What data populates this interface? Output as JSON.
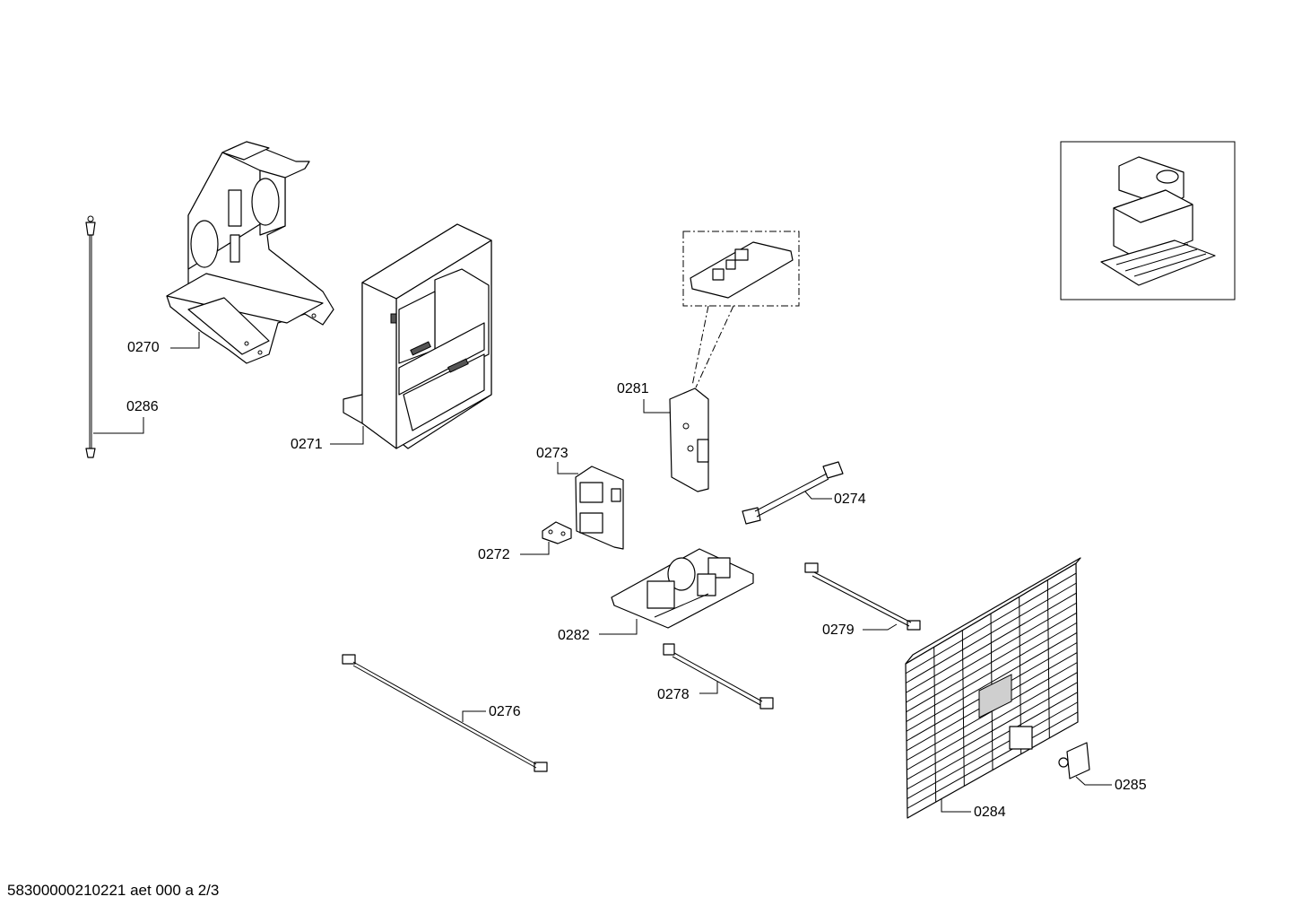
{
  "parts": [
    {
      "id": "part-0270",
      "label": "0270"
    },
    {
      "id": "part-0286",
      "label": "0286"
    },
    {
      "id": "part-0271",
      "label": "0271"
    },
    {
      "id": "part-0281",
      "label": "0281"
    },
    {
      "id": "part-0273",
      "label": "0273"
    },
    {
      "id": "part-0274",
      "label": "0274"
    },
    {
      "id": "part-0272",
      "label": "0272"
    },
    {
      "id": "part-0282",
      "label": "0282"
    },
    {
      "id": "part-0279",
      "label": "0279"
    },
    {
      "id": "part-0278",
      "label": "0278"
    },
    {
      "id": "part-0276",
      "label": "0276"
    },
    {
      "id": "part-0284",
      "label": "0284"
    },
    {
      "id": "part-0285",
      "label": "0285"
    }
  ],
  "footer": "58300000210221 aet 000 a 2/3"
}
